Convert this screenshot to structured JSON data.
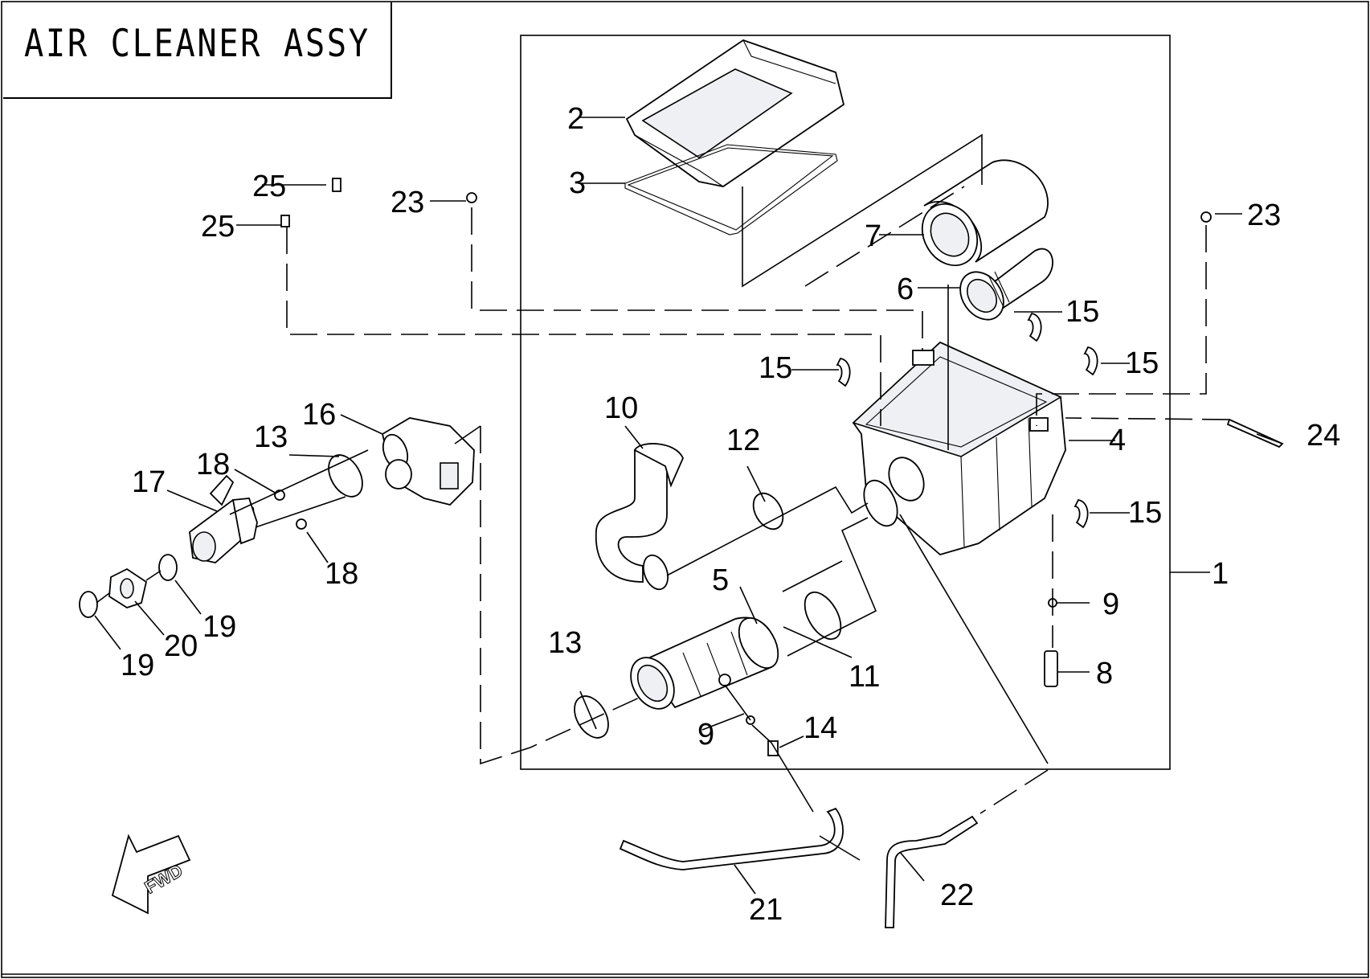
{
  "title": "AIR CLEANER ASSY",
  "direction_label": "FWD",
  "callouts": {
    "c1": "1",
    "c2": "2",
    "c3": "3",
    "c4": "4",
    "c5": "5",
    "c6": "6",
    "c7": "7",
    "c8": "8",
    "c9a": "9",
    "c9b": "9",
    "c10": "10",
    "c11": "11",
    "c12": "12",
    "c13a": "13",
    "c13b": "13",
    "c14": "14",
    "c15a": "15",
    "c15b": "15",
    "c15c": "15",
    "c15d": "15",
    "c16": "16",
    "c17": "17",
    "c18a": "18",
    "c18b": "18",
    "c19a": "19",
    "c19b": "19",
    "c20": "20",
    "c21": "21",
    "c22": "22",
    "c23a": "23",
    "c23b": "23",
    "c24": "24",
    "c25a": "25",
    "c25b": "25"
  }
}
